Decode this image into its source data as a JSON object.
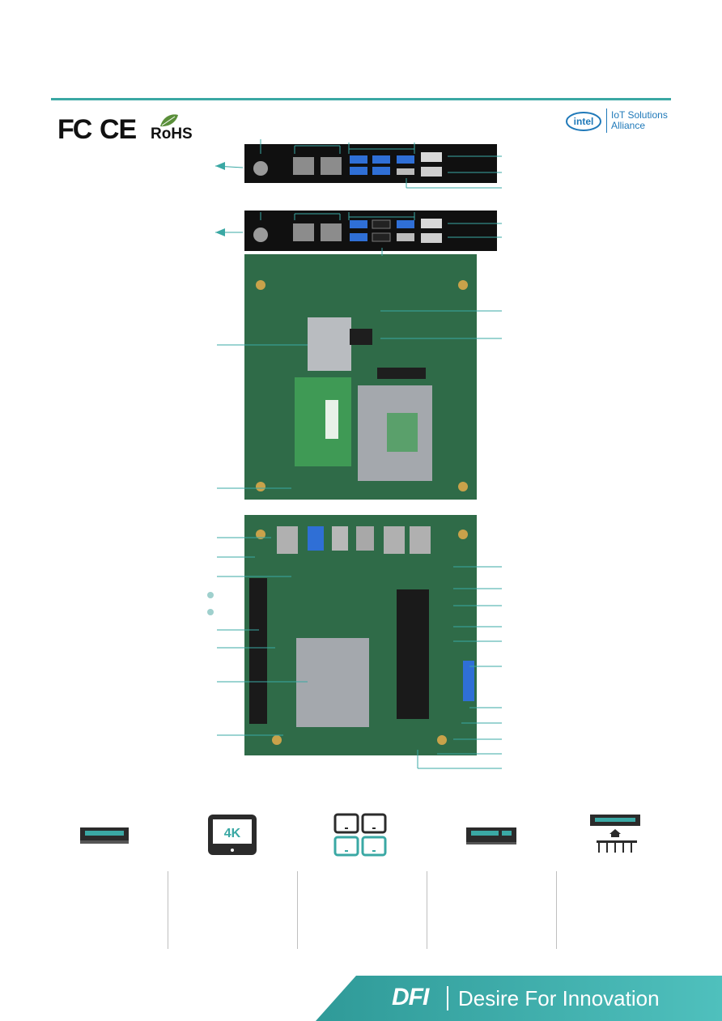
{
  "certifications": {
    "fc": "FC",
    "ce": "CE",
    "rohs": "RoHS"
  },
  "intel": {
    "logo": "intel",
    "line1": "IoT Solutions",
    "line2": "Alliance"
  },
  "footer": {
    "logo": "DFI",
    "slogan": "Desire For Innovation"
  },
  "colors": {
    "accent": "#3aa8a4",
    "intel": "#1f79b9",
    "board_green": "#2f6b48"
  },
  "feature_icons": [
    "memory-module-icon",
    "4k-display-icon",
    "multi-display-icon",
    "m2-slot-icon",
    "expansion-io-icon"
  ],
  "feature_icon_labels": {
    "display_4k": "4K"
  }
}
